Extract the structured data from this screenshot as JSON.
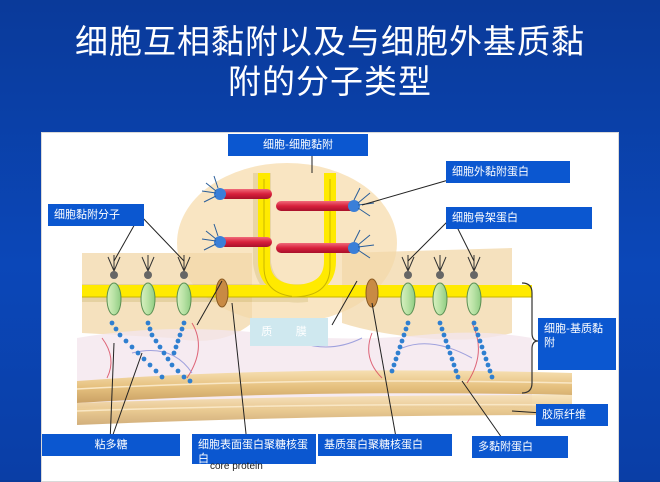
{
  "slide": {
    "title_line1": "细胞互相黏附以及与细胞外基质黏",
    "title_line2": "附的分子类型"
  },
  "diagram": {
    "labels": {
      "cell_cell_adhesion": "细胞-细胞黏附",
      "extracellular_adhesion_protein": "细胞外黏附蛋白",
      "cell_adhesion_molecule": "细胞黏附分子",
      "cytoskeletal_protein": "细胞骨架蛋白",
      "cell_matrix_adhesion": "细胞-基质黏附",
      "matrix": "质 膜",
      "collagen_fiber": "胶原纤维",
      "glycocalyx": "粘多糖",
      "cell_surface_proteoglycan": "细胞表面蛋白聚糖核蛋白",
      "matrix_proteoglycan": "基质蛋白聚糖核蛋白",
      "multi_adhesion_protein": "多黏附蛋白",
      "core_protein": "core protein"
    },
    "colors": {
      "membrane_yellow": "#ffea00",
      "bridge_red": "#e0304a",
      "bead_blue": "#2f7fd0",
      "fiber_tan": "#e8c48a",
      "cytoplasm_tint": "#f2d3a2",
      "label_blue": "#0b57d0"
    }
  }
}
